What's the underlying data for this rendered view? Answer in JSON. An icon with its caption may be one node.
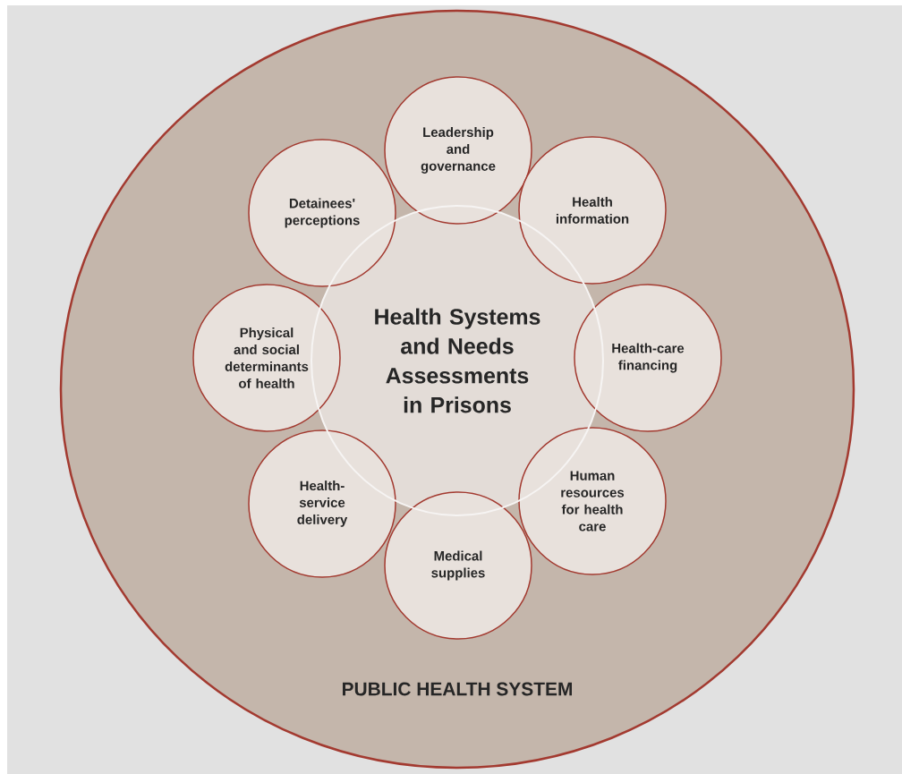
{
  "diagram": {
    "nodes": [
      {
        "text": [
          "PUBLIC HEALTH SYSTEM"
        ]
      },
      {
        "text": [
          "Health Systems and Needs Assessments in Prisons"
        ],
        "in": 0
      },
      {
        "text": [
          "Leadership and governance"
        ],
        "in": 0
      },
      {
        "text": [
          "Health information"
        ],
        "in": 0
      },
      {
        "text": [
          "Health-care financing"
        ],
        "in": 0
      },
      {
        "text": [
          "Human resources for health care"
        ],
        "in": 0
      },
      {
        "text": [
          "Medical supplies"
        ],
        "in": 0
      },
      {
        "text": [
          "Health-service delivery"
        ],
        "in": 0
      },
      {
        "text": [
          "Physical and social determinants of health"
        ],
        "in": 0
      },
      {
        "text": [
          "Detainees' perceptions"
        ],
        "in": 0
      }
    ]
  }
}
